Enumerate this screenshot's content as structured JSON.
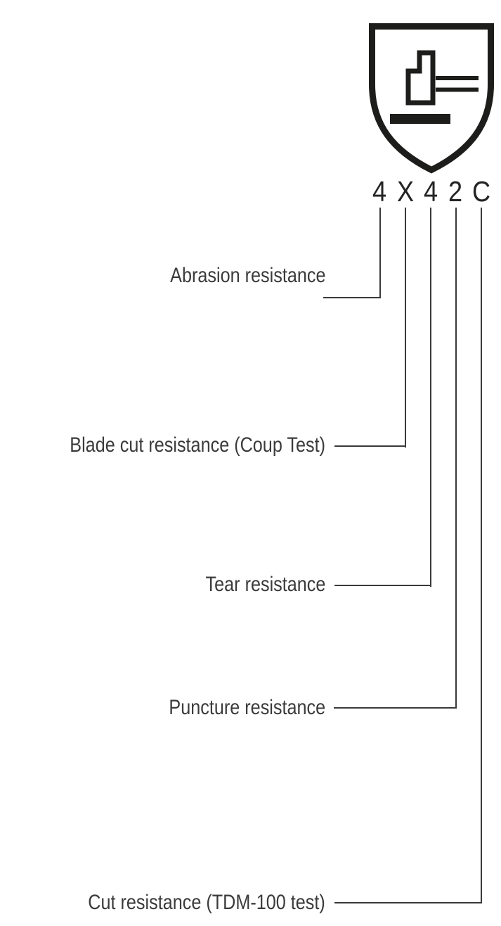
{
  "badge": {
    "icon": "shield-with-hammer-mechanical-hazard",
    "code_chars": [
      "4",
      "X",
      "4",
      "2",
      "C"
    ]
  },
  "labels": [
    {
      "text": "Abrasion resistance",
      "code_char": "4"
    },
    {
      "text": "Blade cut resistance (Coup Test)",
      "code_char": "X"
    },
    {
      "text": "Tear resistance",
      "code_char": "4"
    },
    {
      "text": "Puncture resistance",
      "code_char": "2"
    },
    {
      "text": "Cut resistance (TDM-100 test)",
      "code_char": "C"
    }
  ],
  "colors": {
    "background": "#ffffff",
    "pictogram_ink": "#1d1d1b",
    "connector_line": "#3a3a3a",
    "label_text": "#3b3b3b",
    "code_text": "#232323"
  }
}
